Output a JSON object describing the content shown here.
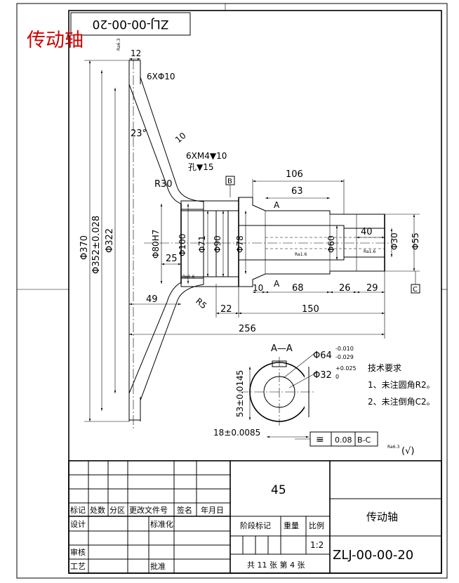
{
  "corner_code": "ZLJ-00-00-20",
  "part_name_red": "传动轴",
  "colors": {
    "stamp_red": "#d00000",
    "line": "#000000"
  },
  "rough_a": "Ra6.3",
  "rough_b": "Ra1.6",
  "rough_c": "Ra1.6",
  "rough_d": "Ra1.6",
  "rough_e": "Ra6.4",
  "rough_f": "Ra6.3",
  "rough_g": "Ra6.3",
  "dims": {
    "d12": "12",
    "holes_6x10": "6XΦ10",
    "angle23": "23°",
    "d10a": "10",
    "tapped": "6XM4▼10",
    "tapped2": "孔▼15",
    "r30": "R30",
    "d106": "106",
    "d63": "63",
    "d40": "40",
    "dia30": "Φ30",
    "dia55": "Φ55",
    "dia80": "Φ80H7",
    "dia100": "Φ100",
    "dia71": "Φ71",
    "dia90": "Φ90",
    "dia78": "Φ78",
    "dia60": "Φ60",
    "d25": "25",
    "r5": "R5",
    "d10b": "10",
    "d68": "68",
    "d26": "26",
    "d29": "29",
    "d22": "22",
    "d150": "150",
    "d49": "49",
    "d256": "256",
    "dia370": "Φ370",
    "dia352": "Φ352±0.028",
    "dia322": "Φ322",
    "datum_b": "B",
    "datum_c": "C",
    "sec_a1": "A",
    "sec_a2": "A"
  },
  "section": {
    "title": "A—A",
    "dia64": "Φ64",
    "dia64_upper": "-0.010",
    "dia64_lower": "-0.029",
    "dia32": "Φ32",
    "dia32_upper": "+0.025",
    "dia32_lower": "0",
    "d53": "53±0.0145",
    "d18": "18±0.0085"
  },
  "tolerance": {
    "symbol": "≡",
    "value": "0.08",
    "datum": "B-C"
  },
  "rest_roughness": "Ra6.3",
  "rest_check": "(√)",
  "notes": {
    "heading": "技术要求",
    "line1": "1、未注圆角R2。",
    "line2": "2、未注倒角C2。"
  },
  "title_block": {
    "material": "45",
    "part_name": "传动轴",
    "col_mark": "标记",
    "col_count": "处数",
    "col_zone": "分区",
    "col_doc": "更改文件号",
    "col_sign": "签名",
    "col_date": "年月日",
    "designer": "设计",
    "standardize": "标准化",
    "stage_mark": "阶段标记",
    "weight": "重量",
    "scale_label": "比例",
    "scale_value": "1:2",
    "reviewer": "审核",
    "process": "工艺",
    "approve": "批准",
    "sheets": "共 11 张 第 4 张",
    "drawing_no": "ZLJ-00-00-20"
  }
}
